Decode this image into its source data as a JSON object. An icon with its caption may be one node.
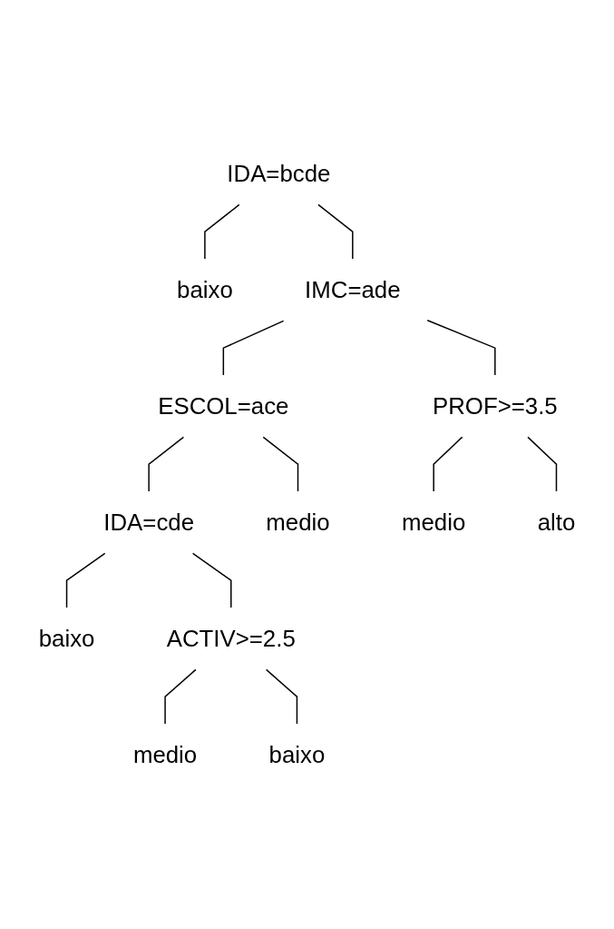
{
  "diagram": {
    "nodes": [
      {
        "text": [
          "IDA=bcde"
        ]
      },
      {
        "text": [
          "baixo"
        ]
      },
      {
        "text": [
          "IMC=ade"
        ]
      },
      {
        "text": [
          "ESCOL=ace"
        ]
      },
      {
        "text": [
          "IDA=cde"
        ]
      },
      {
        "text": [
          "baixo"
        ]
      },
      {
        "text": [
          "ACTIV>=2.5"
        ]
      },
      {
        "text": [
          "medio"
        ]
      },
      {
        "text": [
          "baixo"
        ]
      },
      {
        "text": [
          "medio"
        ]
      },
      {
        "text": [
          "PROF>=3.5"
        ]
      },
      {
        "text": [
          "medio"
        ]
      },
      {
        "text": [
          "alto"
        ]
      }
    ],
    "edges": [
      {
        "from": 0,
        "to": 1,
        "arrow": "none"
      },
      {
        "from": 0,
        "to": 2,
        "arrow": "none"
      },
      {
        "from": 2,
        "to": 3,
        "arrow": "none"
      },
      {
        "from": 3,
        "to": 4,
        "arrow": "none"
      },
      {
        "from": 4,
        "to": 5,
        "arrow": "none"
      },
      {
        "from": 4,
        "to": 6,
        "arrow": "none"
      },
      {
        "from": 6,
        "to": 7,
        "arrow": "none"
      },
      {
        "from": 6,
        "to": 8,
        "arrow": "none"
      },
      {
        "from": 3,
        "to": 9,
        "arrow": "none"
      },
      {
        "from": 2,
        "to": 10,
        "arrow": "none"
      },
      {
        "from": 10,
        "to": 11,
        "arrow": "none"
      },
      {
        "from": 10,
        "to": 12,
        "arrow": "none"
      }
    ]
  }
}
